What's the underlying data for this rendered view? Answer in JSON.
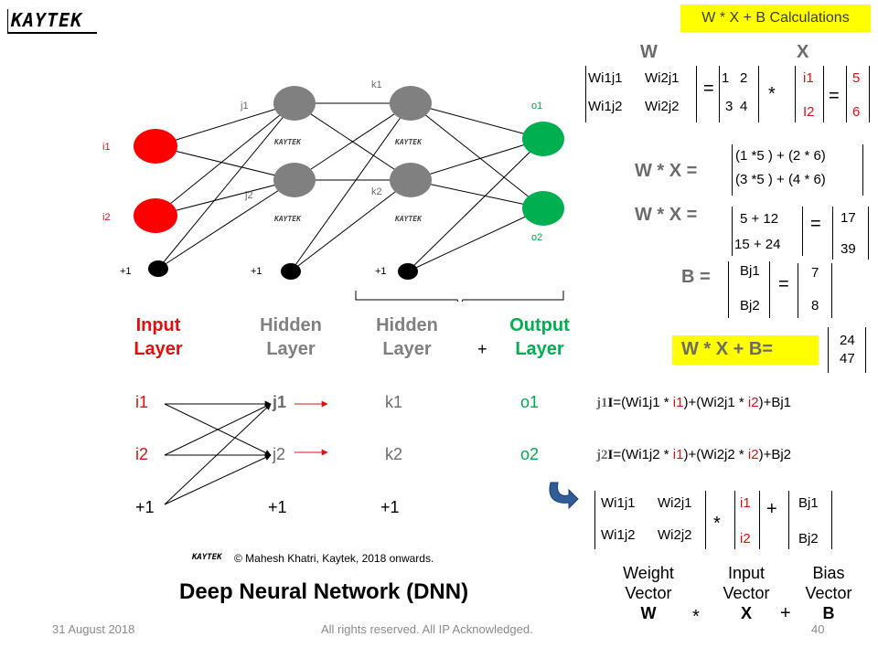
{
  "logo_text": "KAYTEK",
  "badge": {
    "text": "W * X + B Calculations"
  },
  "matrix_header": {
    "w": "W",
    "x": "X"
  },
  "w_matrix": {
    "a": "Wi1j1",
    "b": "Wi2j1",
    "c": "Wi1j2",
    "d": "Wi2j2"
  },
  "w_values": {
    "a": "1",
    "b": "2",
    "c": "3",
    "d": "4"
  },
  "x_matrix": {
    "a": "i1",
    "b": "I2"
  },
  "x_values": {
    "a": "5",
    "b": "6"
  },
  "ops": {
    "eq": "=",
    "mul": "*",
    "plus": "+"
  },
  "wx_expand": {
    "label": "W * X =",
    "row1": "(1 *5 ) + (2 * 6)",
    "row2": "(3 *5 ) + (4 * 6)"
  },
  "wx_sum": {
    "label": "W * X =",
    "row1": "5  + 12",
    "row2": "15 + 24",
    "res1": "17",
    "res2": "39"
  },
  "b_eq": {
    "label": "B =",
    "row1": "Bj1",
    "row2": "Bj2",
    "res1": "7",
    "res2": "8"
  },
  "final": {
    "label": "W * X + B=",
    "res1": "24",
    "res2": "47"
  },
  "j1_eq": {
    "prefix": "j1",
    "bold_i": "I",
    "part1": "=(Wi1j1 * ",
    "i1": "i1",
    "part2": ")+(Wi2j1 * ",
    "i2": "i2",
    "part3": ")+Bj1"
  },
  "j2_eq": {
    "prefix": "j2",
    "bold_i": "I",
    "part1": "=(Wi1j2 * ",
    "i1": "i1",
    "part2": ")+(Wi2j2 * ",
    "i2": "i2",
    "part3": ")+Bj2"
  },
  "bottom_matrix": {
    "w_a": "Wi1j1",
    "w_b": "Wi2j1",
    "w_c": "Wi1j2",
    "w_d": "Wi2j2",
    "x_a": "i1",
    "x_b": "i2",
    "b_a": "Bj1",
    "b_b": "Bj2"
  },
  "vector_labels": {
    "weight": [
      "Weight",
      "Vector",
      "W"
    ],
    "input": [
      "Input",
      "Vector",
      "X"
    ],
    "bias": [
      "Bias",
      "Vector",
      "B"
    ]
  },
  "network": {
    "node_labels": {
      "i1": "i1",
      "i2": "i2",
      "j1": "j1",
      "j2": "j2",
      "k1": "k1",
      "k2": "k2",
      "o1": "o1",
      "o2": "o2",
      "bias": "+1"
    },
    "colors": {
      "input": "#ff0000",
      "hidden": "#808080",
      "output": "#00b050",
      "bias": "#000000"
    }
  },
  "layers": {
    "input": [
      "Input",
      "Layer"
    ],
    "hidden1": [
      "Hidden",
      "Layer"
    ],
    "hidden2": [
      "Hidden",
      "Layer"
    ],
    "plus": "+",
    "output": [
      "Output",
      "Layer"
    ]
  },
  "sequence": {
    "i1": "i1",
    "i2": "i2",
    "b1": "+1",
    "j1": "j1",
    "j2": "j2",
    "b2": "+1",
    "k1": "k1",
    "k2": "k2",
    "b3": "+1",
    "o1": "o1",
    "o2": "o2"
  },
  "copyright": "© Mahesh Khatri, Kaytek, 2018 onwards.",
  "title": "Deep Neural Network (DNN)",
  "footer": {
    "date": "31 August 2018",
    "rights": "All rights reserved. All IP Acknowledged.",
    "page": "40"
  }
}
